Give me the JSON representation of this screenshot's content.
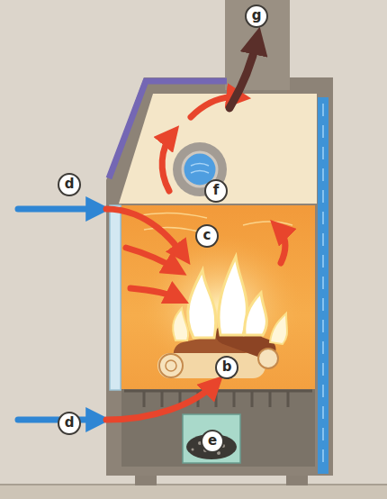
{
  "diagram": {
    "labels": [
      "g",
      "d",
      "f",
      "c",
      "b",
      "d",
      "e"
    ]
  }
}
